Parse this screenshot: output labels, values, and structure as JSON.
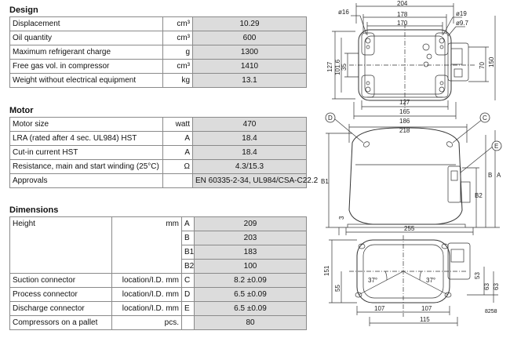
{
  "design": {
    "title": "Design",
    "rows": [
      {
        "label": "Displacement",
        "unit": "cm³",
        "value": "10.29"
      },
      {
        "label": "Oil quantity",
        "unit": "cm³",
        "value": "600"
      },
      {
        "label": "Maximum refrigerant charge",
        "unit": "g",
        "value": "1300"
      },
      {
        "label": "Free gas vol. in compressor",
        "unit": "cm³",
        "value": "1410"
      },
      {
        "label": "Weight without electrical equipment",
        "unit": "kg",
        "value": "13.1"
      }
    ]
  },
  "motor": {
    "title": "Motor",
    "rows": [
      {
        "label": "Motor size",
        "unit": "watt",
        "value": "470"
      },
      {
        "label": "LRA (rated after 4 sec. UL984) HST",
        "unit": "A",
        "value": "18.4"
      },
      {
        "label": "Cut-in current HST",
        "unit": "A",
        "value": "18.4"
      },
      {
        "label": "Resistance, main and start winding (25°C)",
        "unit": "Ω",
        "value": "4.3/15.3"
      },
      {
        "label": "Approvals",
        "unit": "",
        "value": "EN 60335-2-34, UL984/CSA-C22.2"
      }
    ]
  },
  "dimensions": {
    "title": "Dimensions",
    "height": {
      "label": "Height",
      "unit": "mm",
      "rows": [
        {
          "key": "A",
          "value": "209"
        },
        {
          "key": "B",
          "value": "203"
        },
        {
          "key": "B1",
          "value": "183"
        },
        {
          "key": "B2",
          "value": "100"
        }
      ]
    },
    "rows": [
      {
        "label": "Suction connector",
        "unit": "location/I.D. mm",
        "key": "C",
        "value": "8.2 ±0.09"
      },
      {
        "label": "Process connector",
        "unit": "location/I.D. mm",
        "key": "D",
        "value": "6.5 ±0.09"
      },
      {
        "label": "Discharge connector",
        "unit": "location/I.D. mm",
        "key": "E",
        "value": "6.5 ±0.09"
      },
      {
        "label": "Compressors on a pallet",
        "unit": "pcs.",
        "key": "",
        "value": "80"
      }
    ]
  },
  "drawing": {
    "figure_id": "8258",
    "top": {
      "w204": "204",
      "w178": "178",
      "w170": "170",
      "d16": "ø16",
      "d19": "ø19",
      "d97": "ø9.7",
      "h127": "127",
      "h1016": "101.6",
      "h35": "35",
      "h70": "70",
      "h150": "150",
      "w127": "127",
      "w165": "165",
      "w186": "186"
    },
    "side": {
      "D": "D",
      "C": "C",
      "E": "E",
      "A": "A",
      "B": "B",
      "B1": "B1",
      "B2": "B2",
      "w218": "218",
      "w255": "255",
      "h3": "3"
    },
    "bottom": {
      "h151": "151",
      "h55": "55",
      "h53": "53",
      "h63": "63",
      "h63b": "63",
      "a37l": "37°",
      "a37r": "37°",
      "w107l": "107",
      "w107r": "107",
      "w115": "115"
    }
  }
}
